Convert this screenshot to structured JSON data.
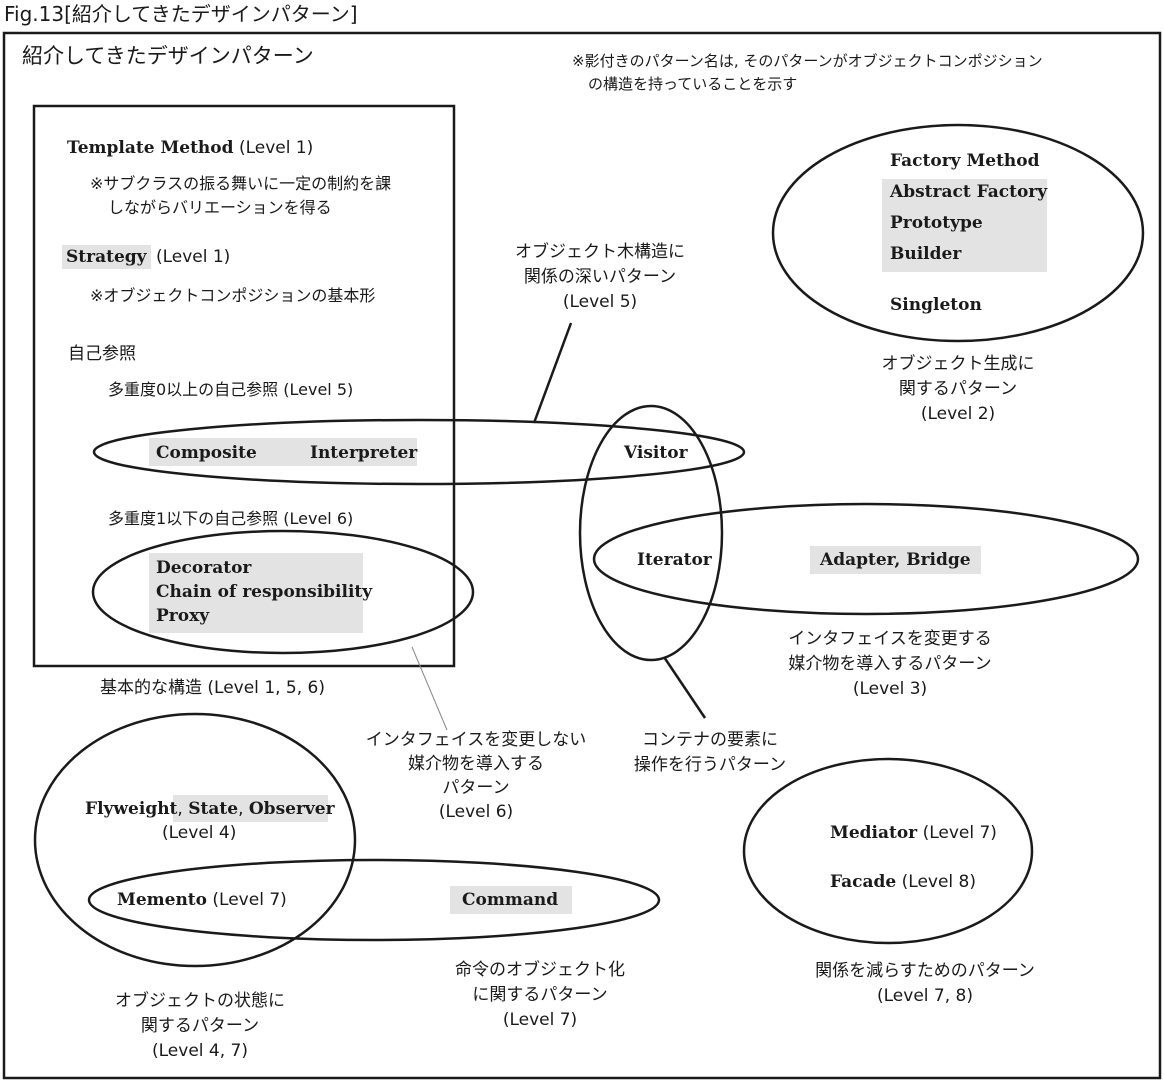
{
  "figure_caption": "Fig.13[紹介してきたデザインパターン]",
  "frame_title": "紹介してきたデザインパターン",
  "shadow_note": [
    "※影付きのパターン名は, そのパターンがオブジェクトコンポジション",
    "の構造を持っていることを示す"
  ],
  "basic": {
    "template_method": "Template Method",
    "template_method_level": "(Level 1)",
    "template_note": [
      "※サブクラスの振る舞いに一定の制約を課",
      "しながらバリエーションを得る"
    ],
    "strategy": "Strategy",
    "strategy_level": "(Level 1)",
    "strategy_note": "※オブジェクトコンポジションの基本形",
    "self_ref": "自己参照",
    "multi0": "多重度0以上の自己参照 (Level 5)",
    "composite": "Composite",
    "interpreter": "Interpreter",
    "multi1": "多重度1以下の自己参照 (Level 6)",
    "decorator": "Decorator",
    "chain": "Chain of responsibility",
    "proxy": "Proxy",
    "caption": "基本的な構造 (Level 1, 5, 6)"
  },
  "tree": {
    "label": [
      "オブジェクト木構造に",
      "関係の深いパターン",
      "(Level 5)"
    ],
    "visitor": "Visitor"
  },
  "creation": {
    "factory_method": "Factory Method",
    "abstract_factory": "Abstract Factory",
    "prototype": "Prototype",
    "builder": "Builder",
    "singleton": "Singleton",
    "label": [
      "オブジェクト生成に",
      "関するパターン",
      "(Level 2)"
    ]
  },
  "interface": {
    "iterator": "Iterator",
    "adapter_bridge": "Adapter, Bridge",
    "label": [
      "インタフェイスを変更する",
      "媒介物を導入するパターン",
      "(Level 3)"
    ]
  },
  "no_interface_label": [
    "インタフェイスを変更しない",
    "媒介物を導入する",
    "パターン",
    "(Level 6)"
  ],
  "container_label": [
    "コンテナの要素に",
    "操作を行うパターン"
  ],
  "state": {
    "flyweight": "Flyweight",
    "state": "State",
    "observer": "Observer",
    "level4": "(Level 4)",
    "memento": "Memento",
    "memento_level": "(Level 7)",
    "label": [
      "オブジェクトの状態に",
      "関するパターン",
      "(Level 4, 7)"
    ]
  },
  "command": {
    "command": "Command",
    "label": [
      "命令のオブジェクト化",
      "に関するパターン",
      "(Level 7)"
    ]
  },
  "relation": {
    "mediator": "Mediator",
    "mediator_level": "(Level 7)",
    "facade": "Facade",
    "facade_level": "(Level 8)",
    "label": [
      "関係を減らすためのパターン",
      "(Level 7, 8)"
    ]
  },
  "colors": {
    "line": "#1a1a1a",
    "shade": "#e3e3e3",
    "thin_line": "#888888"
  }
}
